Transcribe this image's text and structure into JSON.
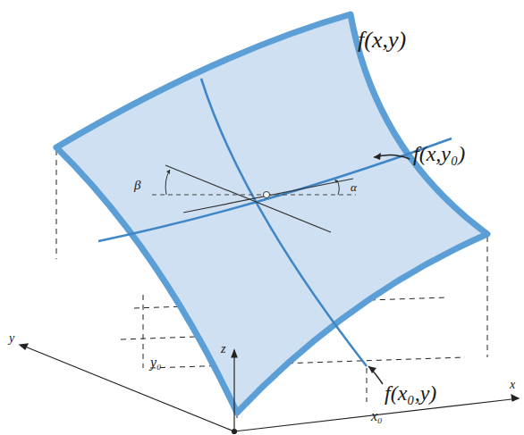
{
  "diagram": {
    "labels": [
      "f(x,y)",
      "f(x,y₀)",
      "f(x₀,y)",
      "β",
      "α",
      "z",
      "y",
      "x",
      "y₀",
      "x₀"
    ]
  }
}
